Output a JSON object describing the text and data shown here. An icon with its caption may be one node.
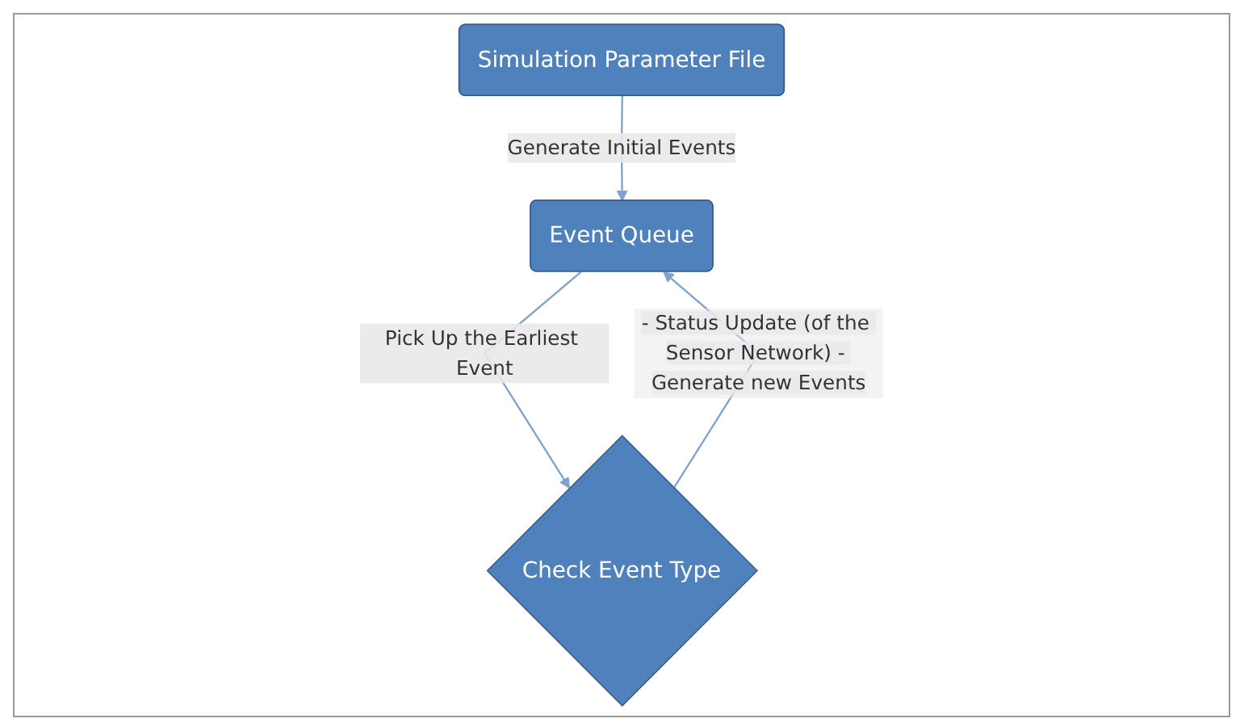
{
  "diagram": {
    "nodes": [
      {
        "text": [
          "Simulation Parameter File"
        ]
      },
      {
        "text": [
          "Event Queue"
        ]
      },
      {
        "text": [
          "Check Event Type"
        ]
      }
    ],
    "edges": [
      {
        "from": 0,
        "to": 1,
        "arrow": "to",
        "label": "Generate Initial Events"
      },
      {
        "from": 1,
        "to": 2,
        "arrow": "to",
        "label": "Pick Up the Earliest Event"
      },
      {
        "from": 2,
        "to": 1,
        "arrow": "to",
        "label": "- Status Update (of the Sensor Network) - Generate new Events"
      }
    ]
  }
}
